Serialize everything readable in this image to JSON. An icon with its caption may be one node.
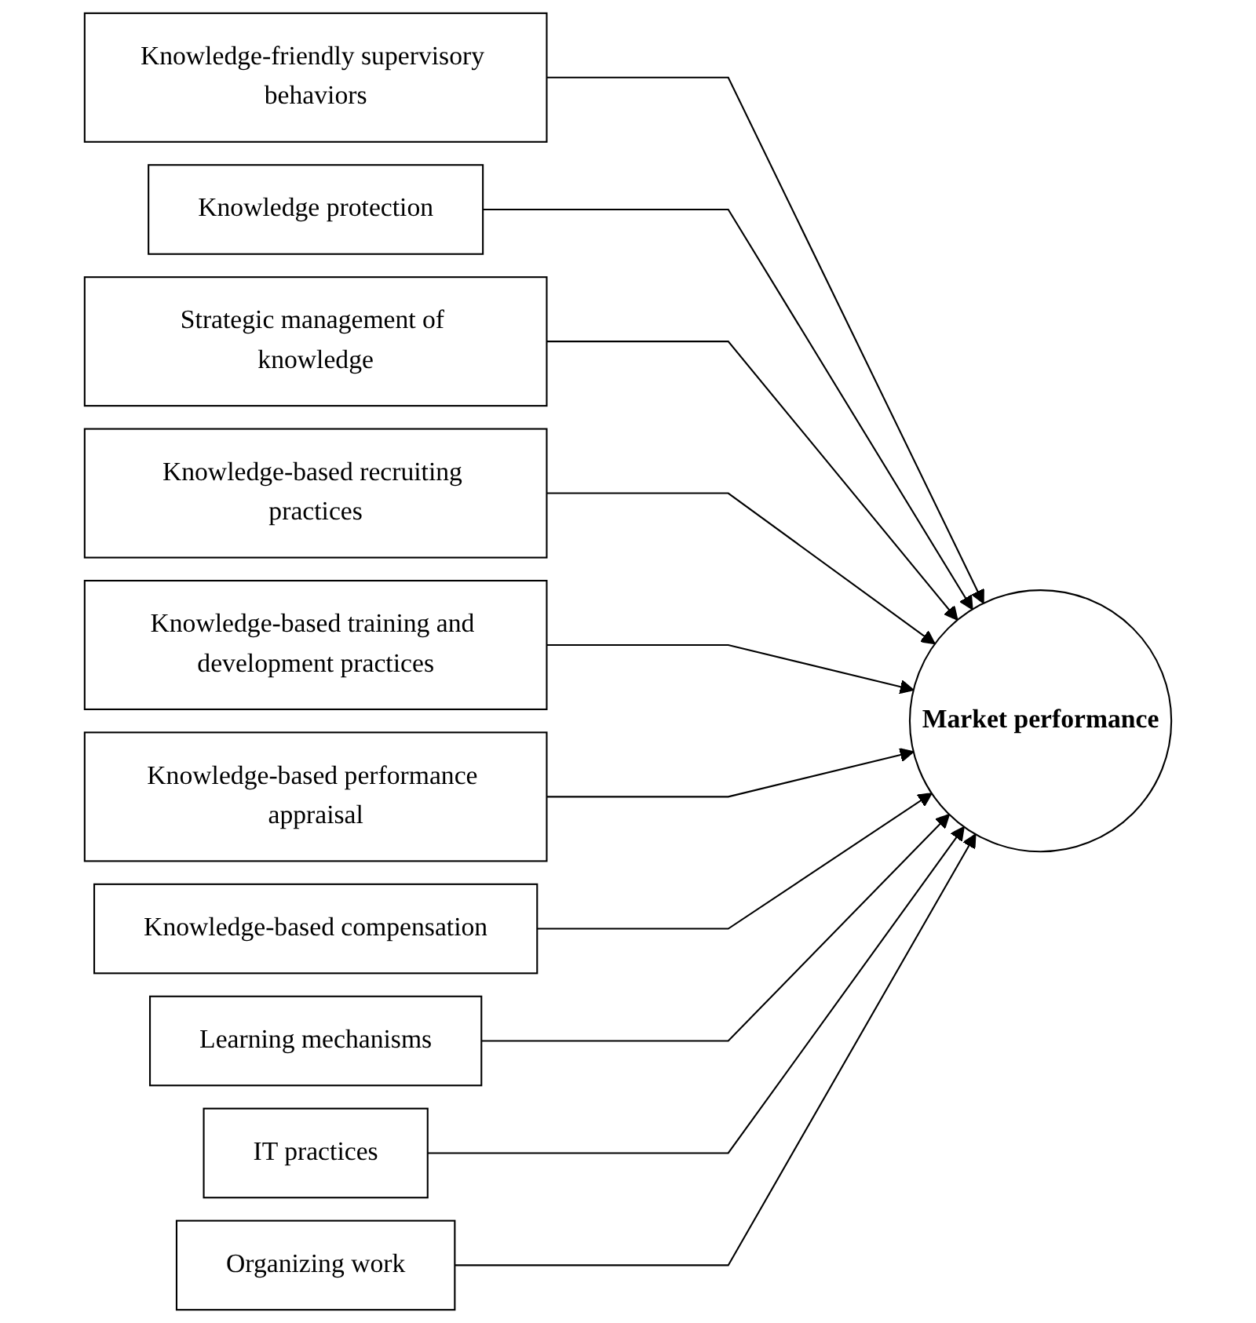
{
  "diagram": {
    "nodes": [
      {
        "text": [
          "Knowledge-friendly supervisory behaviors"
        ]
      },
      {
        "text": [
          "Knowledge protection"
        ]
      },
      {
        "text": [
          "Strategic management of knowledge"
        ]
      },
      {
        "text": [
          "Knowledge-based recruiting practices"
        ]
      },
      {
        "text": [
          "Knowledge-based training and development practices"
        ]
      },
      {
        "text": [
          "Knowledge-based performance appraisal"
        ]
      },
      {
        "text": [
          "Knowledge-based compensation"
        ]
      },
      {
        "text": [
          "Learning mechanisms"
        ]
      },
      {
        "text": [
          "IT practices"
        ]
      },
      {
        "text": [
          "Organizing work"
        ]
      },
      {
        "text": [
          "Market performance"
        ]
      }
    ],
    "edges": [
      {
        "from": 0,
        "to": 10,
        "arrow": "to"
      },
      {
        "from": 1,
        "to": 10,
        "arrow": "to"
      },
      {
        "from": 2,
        "to": 10,
        "arrow": "to"
      },
      {
        "from": 3,
        "to": 10,
        "arrow": "to"
      },
      {
        "from": 4,
        "to": 10,
        "arrow": "to"
      },
      {
        "from": 5,
        "to": 10,
        "arrow": "to"
      },
      {
        "from": 6,
        "to": 10,
        "arrow": "to"
      },
      {
        "from": 7,
        "to": 10,
        "arrow": "to"
      },
      {
        "from": 8,
        "to": 10,
        "arrow": "to"
      },
      {
        "from": 9,
        "to": 10,
        "arrow": "to"
      }
    ]
  }
}
